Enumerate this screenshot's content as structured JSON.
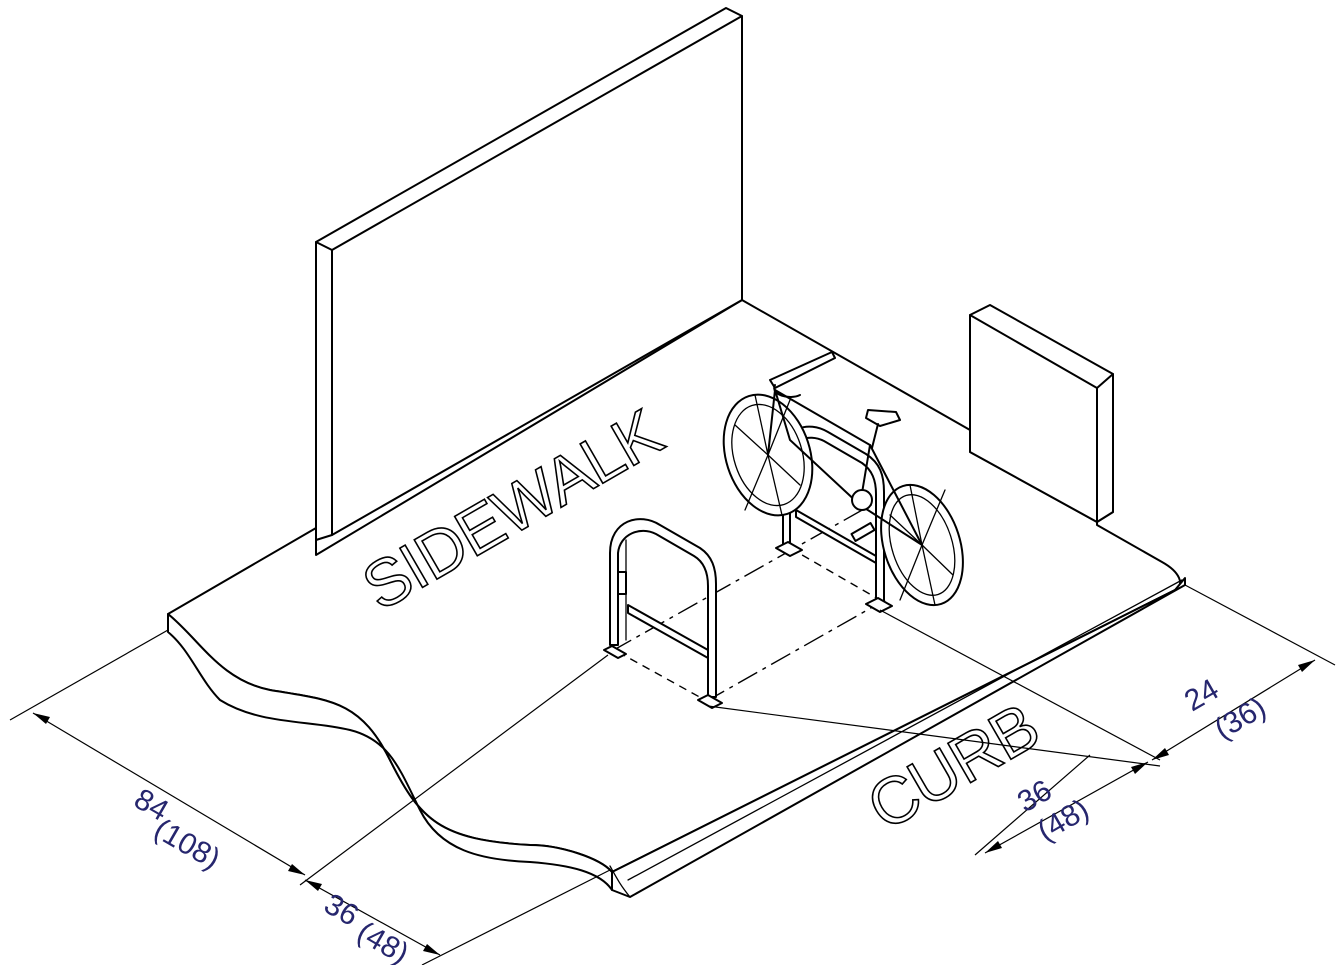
{
  "labels": {
    "sidewalk": "SIDEWALK",
    "curb": "CURB"
  },
  "dimensions": {
    "rack_spacing": {
      "primary": "84",
      "secondary": "(108)"
    },
    "rack_to_curb": {
      "primary": "36",
      "secondary": "(48)"
    },
    "rack_to_curb_right": {
      "primary": "36",
      "secondary": "(48)"
    },
    "curb_clearance": {
      "primary": "24",
      "secondary": "(36)"
    }
  },
  "colors": {
    "dimension_text": "#26266e",
    "linework": "#000000"
  }
}
